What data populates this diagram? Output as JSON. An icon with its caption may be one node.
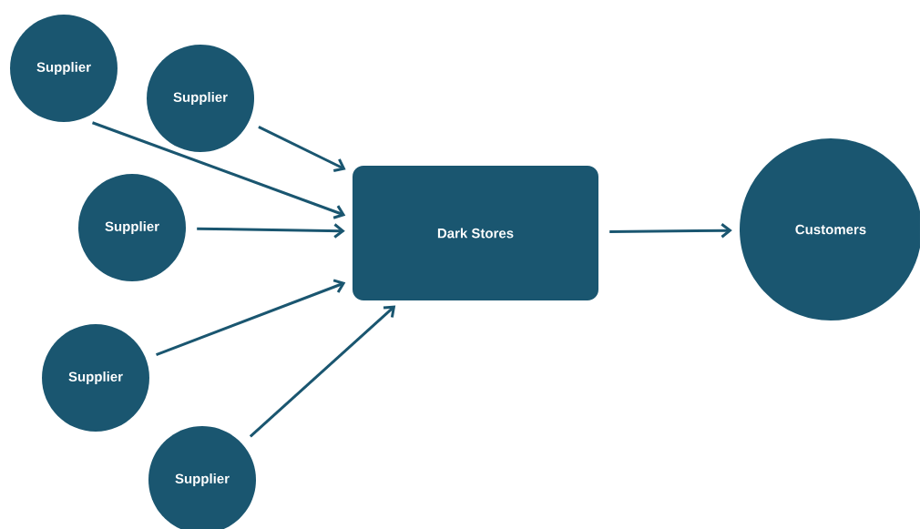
{
  "diagram": {
    "nodes": [
      {
        "text": [
          "Supplier"
        ]
      },
      {
        "text": [
          "Supplier"
        ]
      },
      {
        "text": [
          "Supplier"
        ]
      },
      {
        "text": [
          "Supplier"
        ]
      },
      {
        "text": [
          "Supplier"
        ]
      },
      {
        "text": [
          "Dark Stores"
        ]
      },
      {
        "text": [
          "Customers"
        ]
      }
    ],
    "edges": [
      {
        "from": 0,
        "to": 5,
        "arrow": "to"
      },
      {
        "from": 1,
        "to": 5,
        "arrow": "to"
      },
      {
        "from": 2,
        "to": 5,
        "arrow": "to"
      },
      {
        "from": 3,
        "to": 5,
        "arrow": "to"
      },
      {
        "from": 4,
        "to": 5,
        "arrow": "to"
      },
      {
        "from": 5,
        "to": 6,
        "arrow": "to"
      }
    ]
  }
}
